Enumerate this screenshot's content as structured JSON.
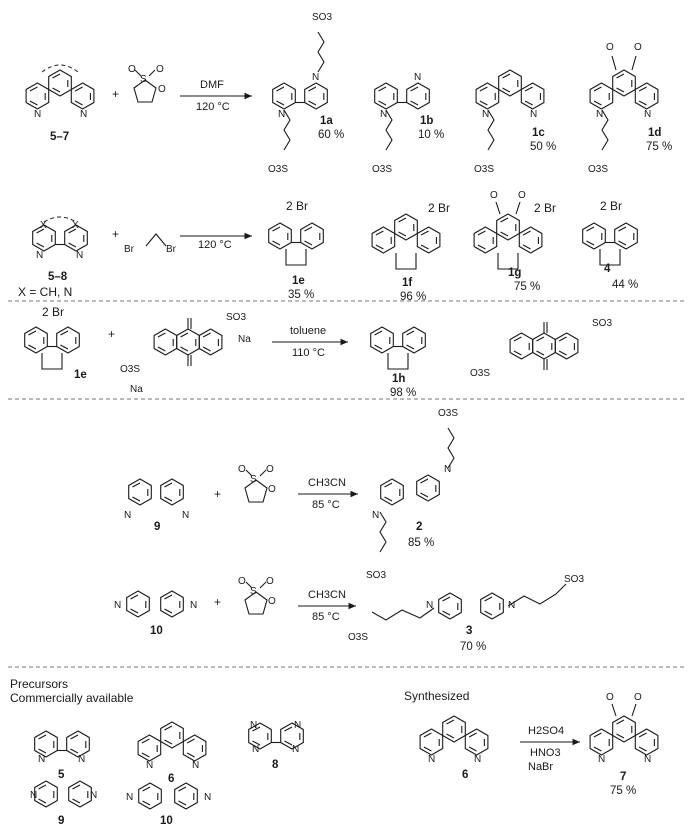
{
  "rows": [
    {
      "id": "row1",
      "reagent_text": "+",
      "conditions": [
        "DMF",
        "120 °C"
      ],
      "reactant_label": "5–7",
      "products": [
        {
          "label": "1a",
          "yield": "60 %"
        },
        {
          "label": "1b",
          "yield": "10 %"
        },
        {
          "label": "1c",
          "yield": "50 %"
        },
        {
          "label": "1d",
          "yield": "75 %"
        }
      ]
    },
    {
      "id": "row2",
      "reagent_text": "+",
      "conditions": [
        "120 °C"
      ],
      "reactant_label": "5–8",
      "reactant_note": "X = CH, N",
      "reagent_atoms": [
        "Br",
        "Br"
      ],
      "counterion": "2 Br",
      "products": [
        {
          "label": "1e",
          "yield": "35 %"
        },
        {
          "label": "1f",
          "yield": "96 %"
        },
        {
          "label": "1g",
          "yield": "75 %"
        },
        {
          "label": "4",
          "yield": "44 %"
        }
      ]
    },
    {
      "id": "row3",
      "reagent_text": "+",
      "conditions": [
        "toluene",
        "110 °C"
      ],
      "reactant_label": "1e",
      "counterion": "2 Br",
      "products": [
        {
          "label": "1h",
          "yield": "98 %"
        }
      ]
    },
    {
      "id": "row4",
      "reagent_text": "+",
      "conditions": [
        "CH3CN",
        "85 °C"
      ],
      "reactant_label": "9",
      "products": [
        {
          "label": "2",
          "yield": "85 %"
        }
      ]
    },
    {
      "id": "row5",
      "reagent_text": "+",
      "conditions": [
        "CH3CN",
        "85 °C"
      ],
      "reactant_label": "10",
      "products": [
        {
          "label": "3",
          "yield": "70 %"
        }
      ]
    }
  ],
  "precursors": {
    "title_line1": "Precursors",
    "title_line2": "Commercially available",
    "labels": [
      "5",
      "6",
      "8",
      "9",
      "10"
    ],
    "synth_title": "Synthesized",
    "synth_reactant": "6",
    "synth_conditions": [
      "H2SO4",
      "HNO3",
      "NaBr"
    ],
    "synth_product": "7",
    "synth_yield": "75 %"
  },
  "atoms": {
    "N": "N",
    "X": "X",
    "O": "O",
    "S": "S",
    "SO3": "SO3",
    "O3S": "O3S",
    "Na": "Na",
    "Br": "Br"
  }
}
